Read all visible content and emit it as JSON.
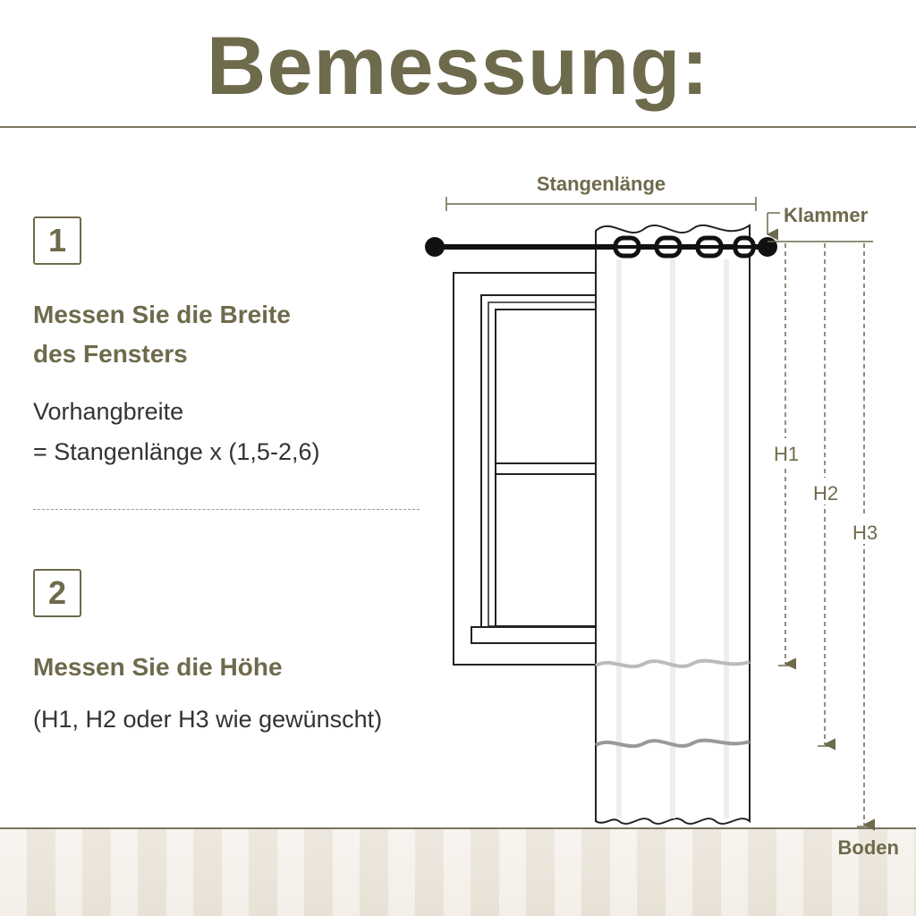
{
  "title": "Bemessung:",
  "step1": {
    "number": "1",
    "heading_line1": "Messen Sie die Breite",
    "heading_line2": "des Fensters",
    "text_line1": "Vorhangbreite",
    "text_line2": "= Stangenlänge x (1,5-2,6)"
  },
  "step2": {
    "number": "2",
    "heading": "Messen Sie die Höhe",
    "text": "(H1, H2 oder H3 wie gewünscht)"
  },
  "diagram": {
    "rod_length_label": "Stangenlänge",
    "clip_label": "Klammer",
    "h1_label": "H1",
    "h2_label": "H2",
    "h3_label": "H3",
    "floor_label": "Boden"
  },
  "colors": {
    "accent": "#6e6a4c",
    "text": "#333333"
  }
}
